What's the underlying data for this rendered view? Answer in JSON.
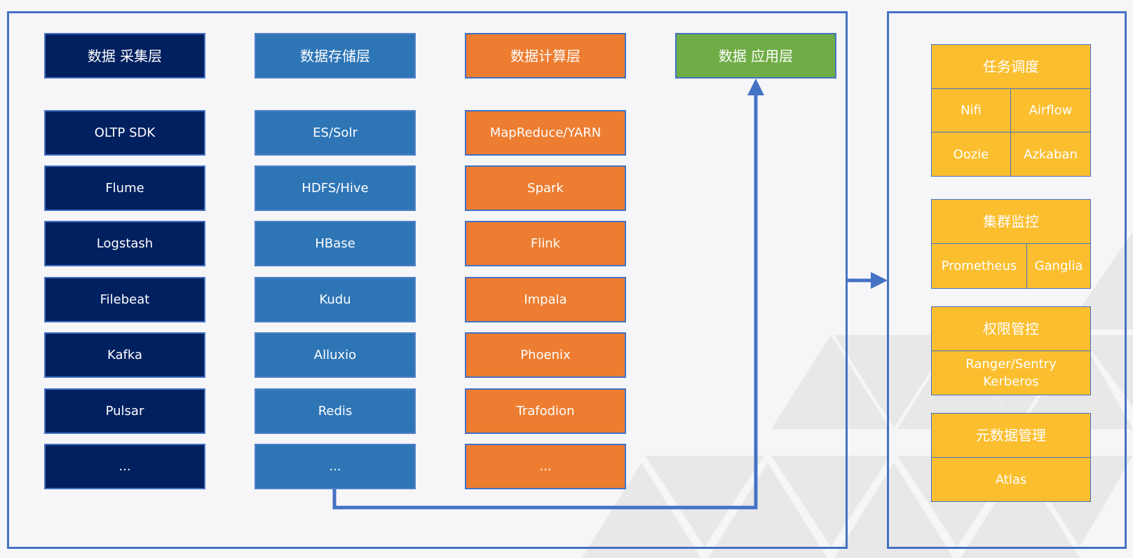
{
  "layers": [
    {
      "title": "数据 采集层",
      "items": [
        "OLTP SDK",
        "Flume",
        "Logstash",
        "Filebeat",
        "Kafka",
        "Pulsar",
        "..."
      ]
    },
    {
      "title": "数据存储层",
      "items": [
        "ES/Solr",
        "HDFS/Hive",
        "HBase",
        "Kudu",
        "Alluxio",
        "Redis",
        "..."
      ]
    },
    {
      "title": "数据计算层",
      "items": [
        "MapReduce/YARN",
        "Spark",
        "Flink",
        "Impala",
        "Phoenix",
        "Trafodion",
        "..."
      ]
    },
    {
      "title": "数据 应用层"
    }
  ],
  "management": {
    "scheduling": {
      "title": "任务调度",
      "items": [
        "Nifi",
        "Airflow",
        "Oozie",
        "Azkaban"
      ]
    },
    "monitoring": {
      "title": "集群监控",
      "items": [
        "Prometheus",
        "Ganglia"
      ]
    },
    "permissions": {
      "title": "权限管控",
      "line1": "Ranger/Sentry",
      "line2": "Kerberos"
    },
    "metadata": {
      "title": "元数据管理",
      "items": [
        "Atlas"
      ]
    }
  },
  "colors": {
    "frame": "#4472c4",
    "collection": "#002060",
    "storage": "#2e75b6",
    "compute": "#ed7d31",
    "application": "#70ad47",
    "management": "#fbbe2e"
  }
}
